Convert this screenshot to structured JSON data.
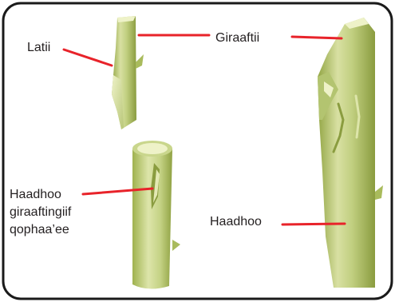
{
  "labels": {
    "latii": "Latii",
    "giraaftii": "Giraaftii",
    "haadhoo_giraaftingiif_qophaaee": [
      "Haadhoo",
      "giraaftingiif",
      "qophaa’ee"
    ],
    "haadhoo": "Haadhoo"
  },
  "colors": {
    "stem_light": "#d6df9c",
    "stem_mid": "#b3c470",
    "stem_dark": "#8a9c3f",
    "leader_line": "#e8232a",
    "frame_border": "#1a1a1a",
    "text": "#231f20"
  }
}
